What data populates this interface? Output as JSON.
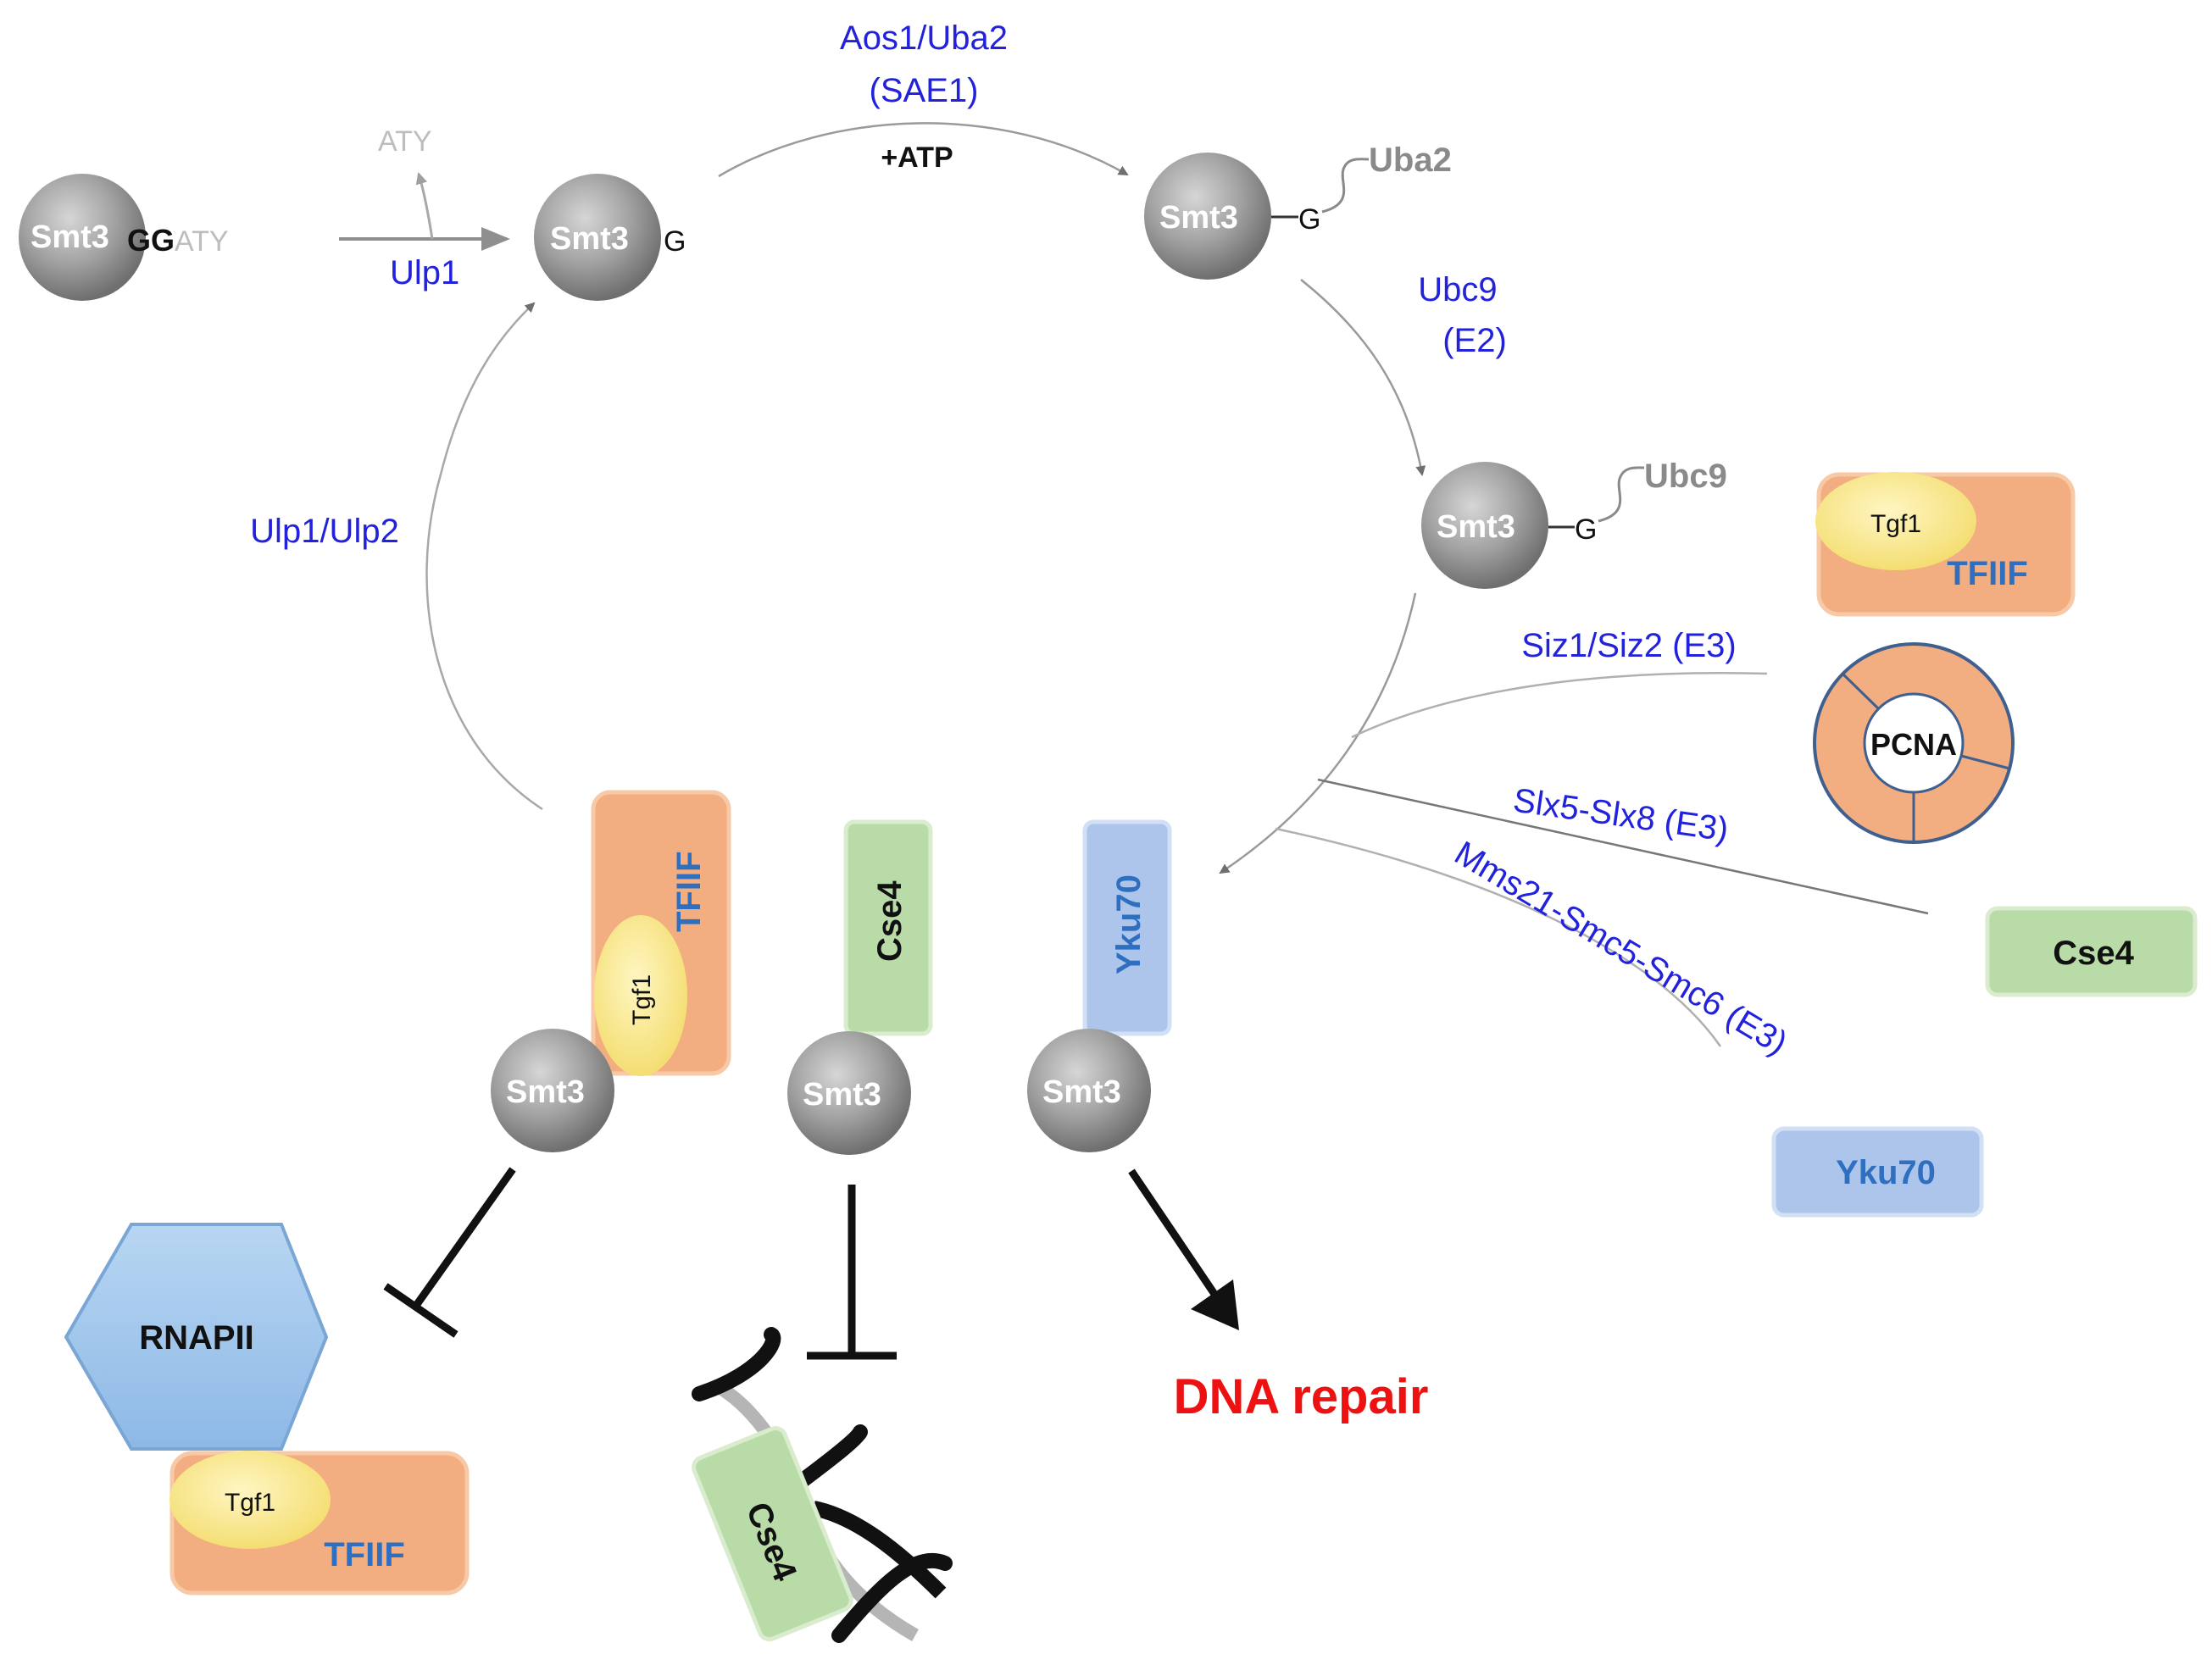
{
  "labels": {
    "smt3": "Smt3",
    "gg": "GG",
    "aty": "ATY",
    "g": "G",
    "ulp1": "Ulp1",
    "aos1_uba2": "Aos1/Uba2",
    "sae1": "(SAE1)",
    "atp": "+ATP",
    "uba2": "Uba2",
    "ubc9": "Ubc9",
    "e2": "(E2)",
    "ulp1_ulp2": "Ulp1/Ulp2",
    "siz": "Siz1/Siz2 (E3)",
    "slx": "Slx5-Slx8 (E3)",
    "mms": "Mms21-Smc5-Smc6 (E3)",
    "tgf1": "Tgf1",
    "tfiif": "TFIIF",
    "pcna": "PCNA",
    "cse4": "Cse4",
    "yku70": "Yku70",
    "rnapii": "RNAPII",
    "dna_repair": "DNA repair"
  },
  "colors": {
    "enzyme": "#2222dd",
    "tfiif_box": "#f2ad80",
    "tgf1_ellipse": "#f8e68a",
    "cse4_box": "#b9dba8",
    "yku70_box": "#adc5ea",
    "rnapii_hex": "#9cc3ea",
    "smt3_sphere": "#9b9b9b",
    "dna_repair": "#ee1111"
  }
}
